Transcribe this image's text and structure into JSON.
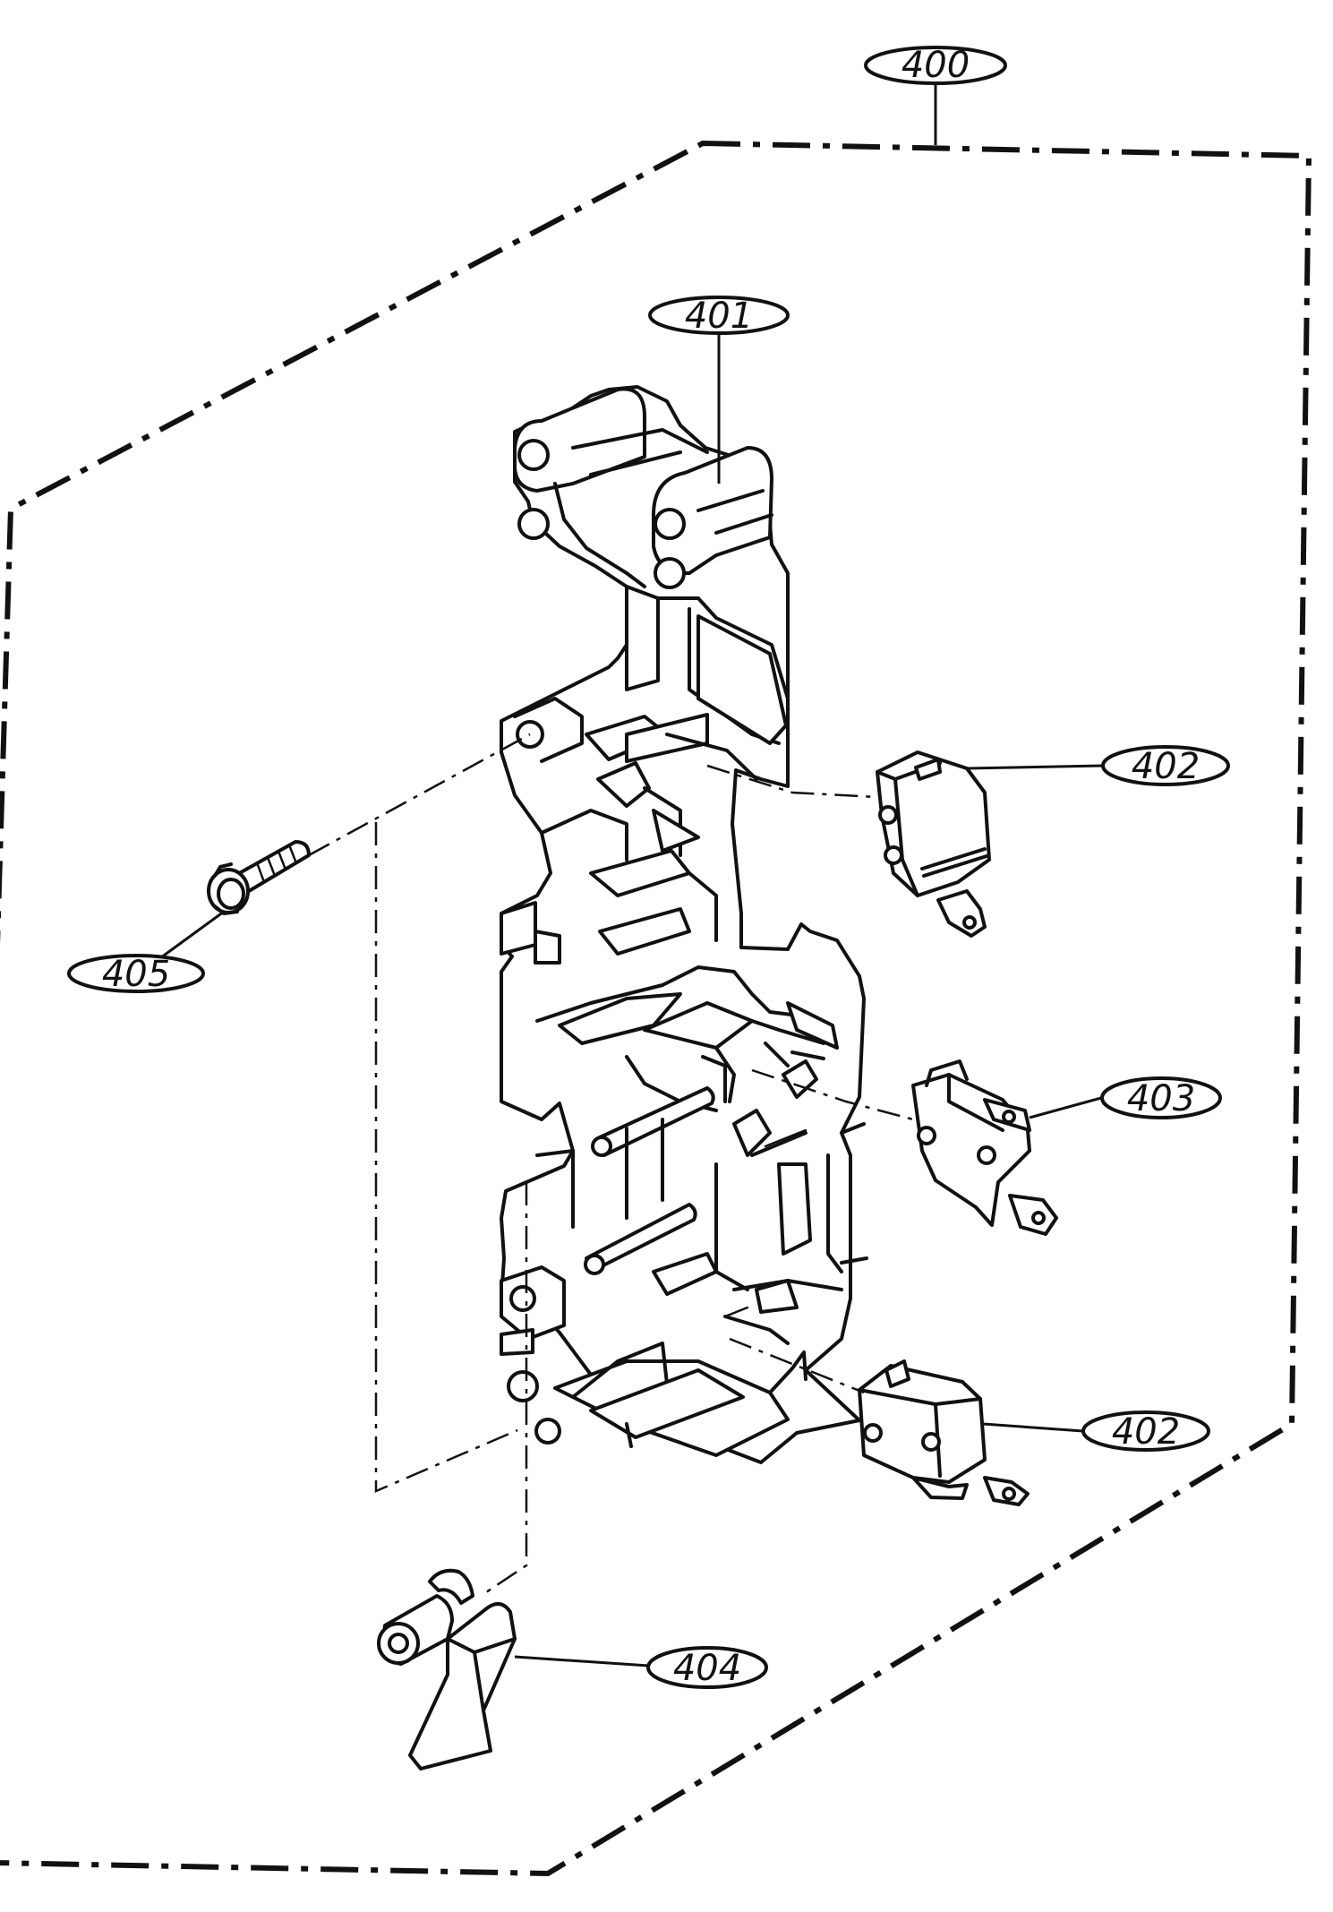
{
  "diagram": {
    "callouts": [
      {
        "id": "400",
        "label": "400",
        "part": "assembly-boundary"
      },
      {
        "id": "401",
        "label": "401",
        "part": "latch-board-frame"
      },
      {
        "id": "402a",
        "label": "402",
        "part": "micro-switch-upper"
      },
      {
        "id": "403",
        "label": "403",
        "part": "micro-switch-middle"
      },
      {
        "id": "402b",
        "label": "402",
        "part": "micro-switch-lower"
      },
      {
        "id": "404",
        "label": "404",
        "part": "lever"
      },
      {
        "id": "405",
        "label": "405",
        "part": "screw"
      }
    ]
  }
}
